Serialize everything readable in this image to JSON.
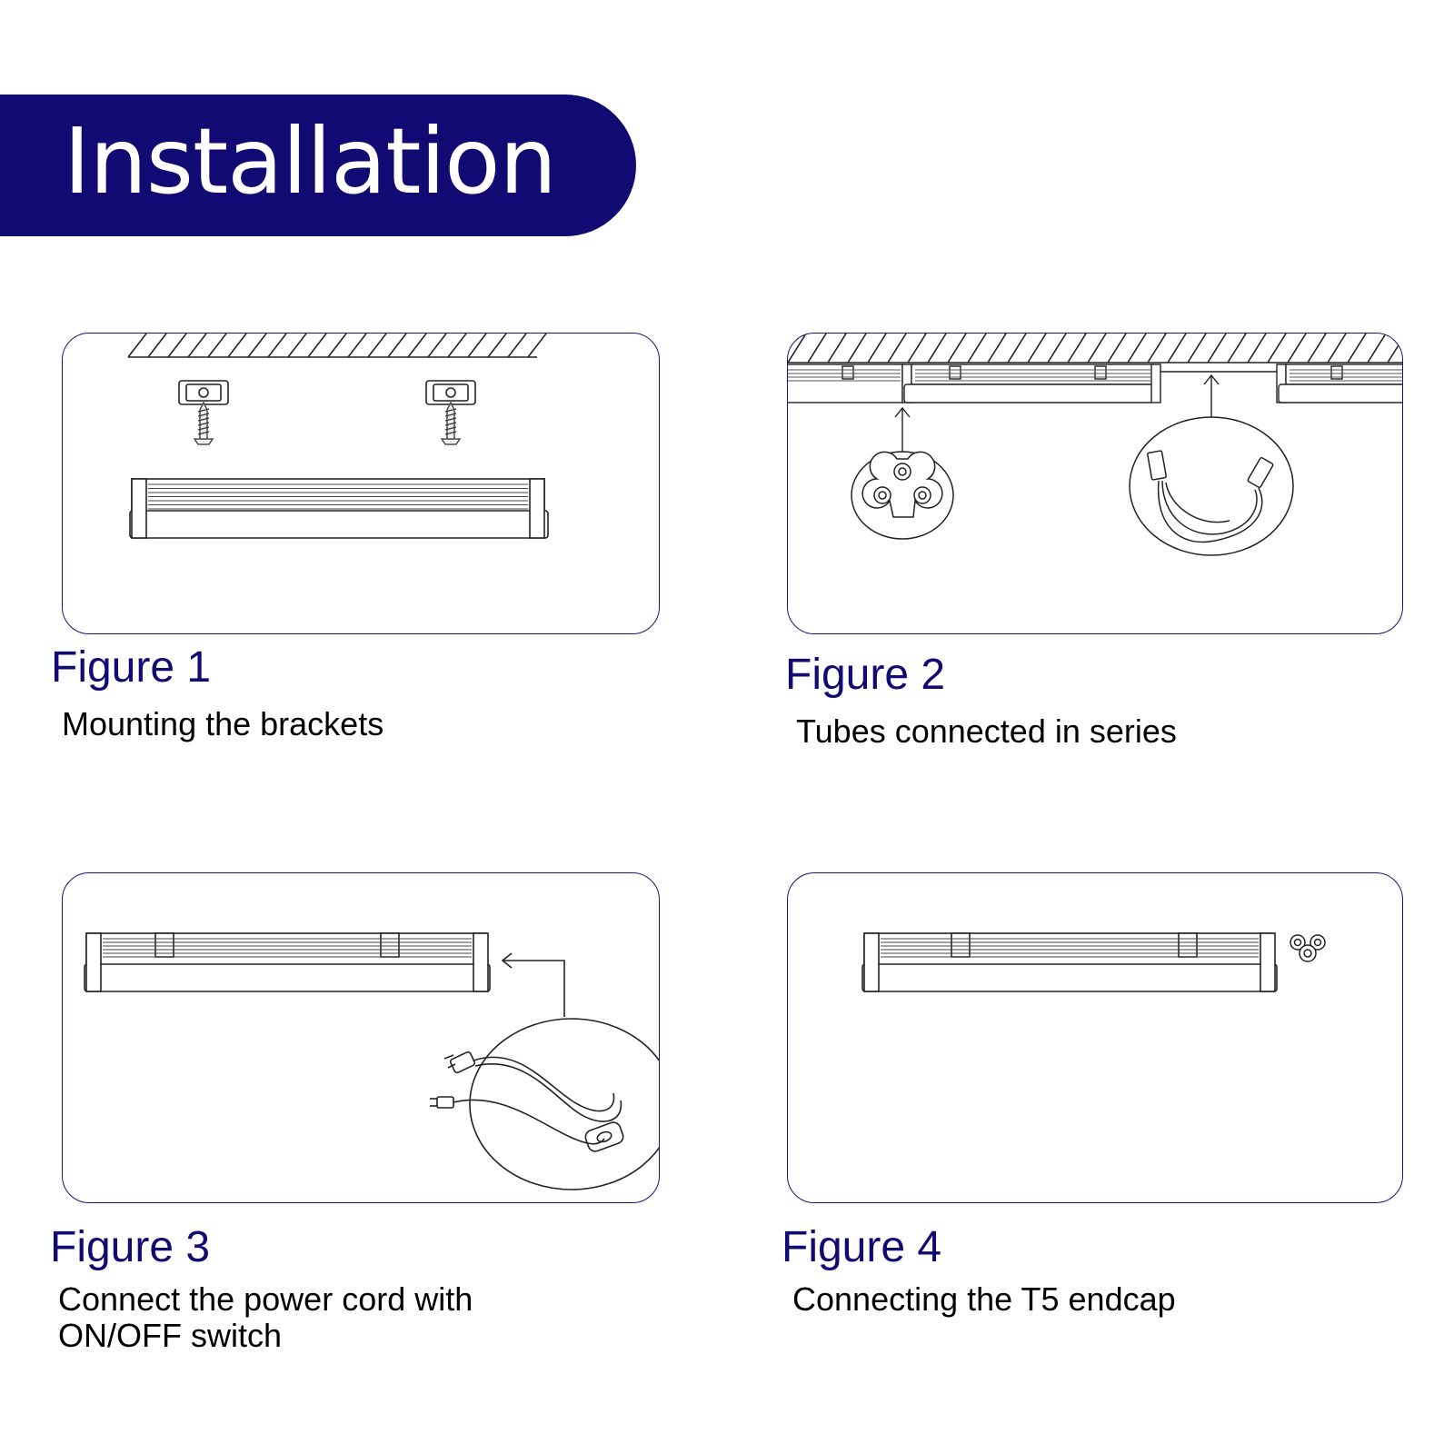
{
  "header": {
    "title": "Installation"
  },
  "figures": [
    {
      "title": "Figure 1",
      "caption": [
        "Mounting the brackets"
      ]
    },
    {
      "title": "Figure 2",
      "caption": [
        "Tubes connected in series"
      ]
    },
    {
      "title": "Figure 3",
      "caption": [
        "Connect the power cord with",
        "ON/OFF switch"
      ]
    },
    {
      "title": "Figure 4",
      "caption": [
        "Connecting the T5 endcap"
      ]
    }
  ],
  "colors": {
    "accent": "#120a73",
    "border": "#1a1470",
    "line": "#222222"
  }
}
